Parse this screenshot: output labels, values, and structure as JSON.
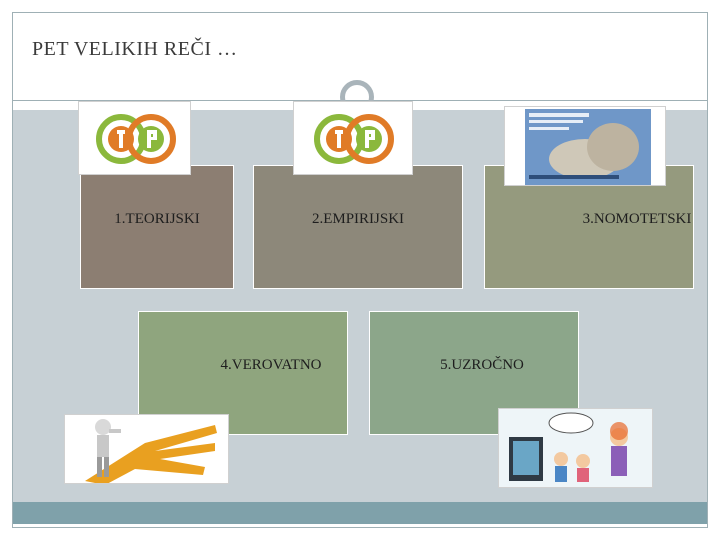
{
  "slide": {
    "title": "PET VELIKIH REČI …"
  },
  "colors": {
    "stage_bg": "#c7d0d5",
    "footer_bar": "#7fa1aa",
    "box_1": "#8c7e72",
    "box_2": "#8d887a",
    "box_3": "#959a7e",
    "box_4": "#8fa57e",
    "box_5": "#8ca68a"
  },
  "boxes": [
    {
      "label": "1.TEORIJSKI"
    },
    {
      "label": "2.EMPIRIJSKI"
    },
    {
      "label": "3.NOMOTETSKI"
    },
    {
      "label": "4.VEROVATNO"
    },
    {
      "label": "5.UZROČNO"
    }
  ],
  "images": {
    "logo_1": {
      "icon": "theory-practice-logo-icon"
    },
    "logo_2": {
      "icon": "theory-practice-logo-icon"
    },
    "book": {
      "icon": "book-cover-image"
    },
    "crossroads": {
      "icon": "person-at-crossroads-image"
    },
    "cartoon": {
      "icon": "family-computer-cartoon-image"
    }
  }
}
